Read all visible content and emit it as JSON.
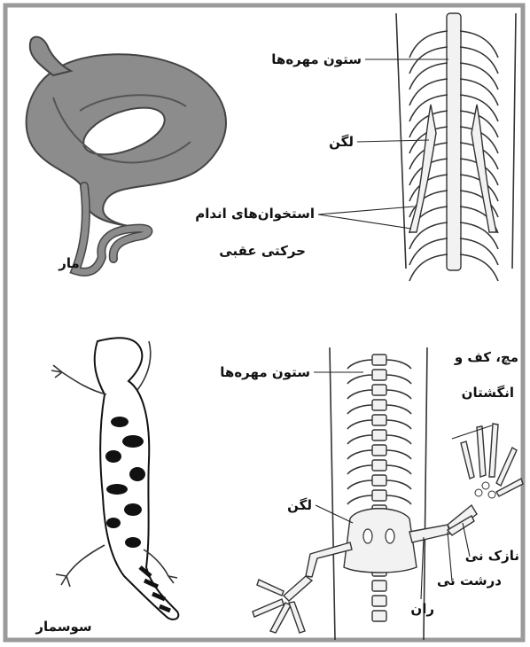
{
  "snake": {
    "animal_name": "مار",
    "labels": {
      "vertebral_column": "ستون مهره‌ها",
      "pelvis": "لگن",
      "hindlimb_line1": "استخوان‌های اندام",
      "hindlimb_line2": "حرکتی عقبی"
    }
  },
  "lizard": {
    "animal_name": "سوسمار",
    "labels": {
      "wrist_line1": "مچ، کف و",
      "wrist_line2": "انگشتان",
      "vertebral_column": "ستون مهره‌ها",
      "pelvis": "لگن",
      "fibula": "نازک نی",
      "tibia": "درشت نی",
      "femur": "ران"
    }
  },
  "colors": {
    "border": "#9a9a9a",
    "snake_body": "#8c8c8c",
    "ink": "#111111",
    "bone_fill": "#f2f2f2"
  }
}
